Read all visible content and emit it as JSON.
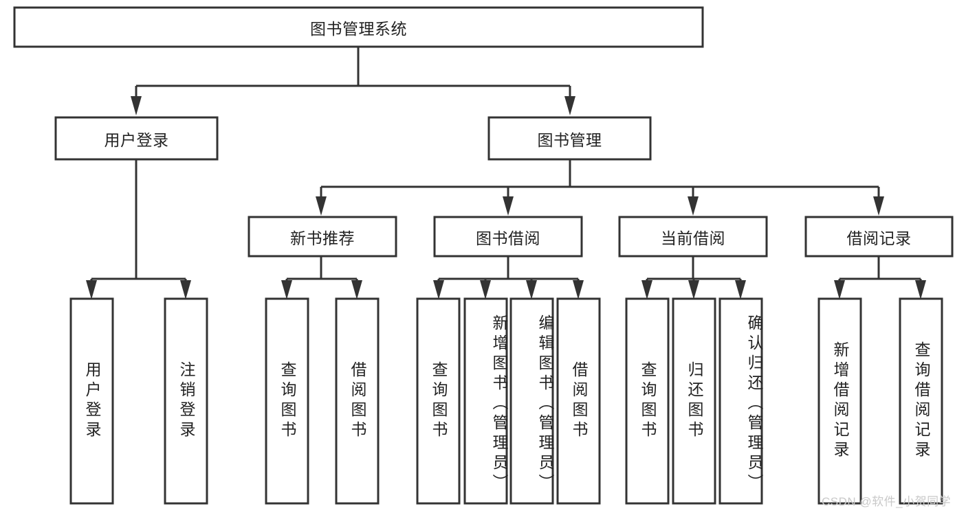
{
  "diagram": {
    "type": "tree-hierarchy",
    "title": "图书管理系统",
    "watermark": "CSDN @软件_小贺同学",
    "colors": {
      "stroke": "#333333",
      "box_fill": "#ffffff",
      "text": "#222222",
      "watermark": "#c9c9c9",
      "background": "#ffffff"
    },
    "levels": [
      {
        "level": 1,
        "nodes": [
          {
            "id": "root",
            "label": "图书管理系统",
            "orientation": "horizontal"
          }
        ]
      },
      {
        "level": 2,
        "nodes": [
          {
            "id": "user-login",
            "label": "用户登录",
            "orientation": "horizontal",
            "parent": "root"
          },
          {
            "id": "book-manage",
            "label": "图书管理",
            "orientation": "horizontal",
            "parent": "root"
          }
        ]
      },
      {
        "level": 3,
        "nodes": [
          {
            "id": "new-book-rec",
            "label": "新书推荐",
            "orientation": "horizontal",
            "parent": "book-manage"
          },
          {
            "id": "book-borrow",
            "label": "图书借阅",
            "orientation": "horizontal",
            "parent": "book-manage"
          },
          {
            "id": "current-borrow",
            "label": "当前借阅",
            "orientation": "horizontal",
            "parent": "book-manage"
          },
          {
            "id": "borrow-record",
            "label": "借阅记录",
            "orientation": "horizontal",
            "parent": "book-manage"
          }
        ]
      },
      {
        "level": 4,
        "nodes": [
          {
            "id": "leaf-user-login",
            "label": "用户登录",
            "orientation": "vertical",
            "parent": "user-login"
          },
          {
            "id": "leaf-logout",
            "label": "注销登录",
            "orientation": "vertical",
            "parent": "user-login"
          },
          {
            "id": "leaf-query-book-1",
            "label": "查询图书",
            "orientation": "vertical",
            "parent": "new-book-rec"
          },
          {
            "id": "leaf-borrow-book-1",
            "label": "借阅图书",
            "orientation": "vertical",
            "parent": "new-book-rec"
          },
          {
            "id": "leaf-query-book-2",
            "label": "查询图书",
            "orientation": "vertical",
            "parent": "book-borrow"
          },
          {
            "id": "leaf-add-book",
            "label": "新增图书（管理员）",
            "orientation": "vertical",
            "parent": "book-borrow"
          },
          {
            "id": "leaf-edit-book",
            "label": "编辑图书（管理员）",
            "orientation": "vertical",
            "parent": "book-borrow"
          },
          {
            "id": "leaf-borrow-book-2",
            "label": "借阅图书",
            "orientation": "vertical",
            "parent": "book-borrow"
          },
          {
            "id": "leaf-query-book-3",
            "label": "查询图书",
            "orientation": "vertical",
            "parent": "current-borrow"
          },
          {
            "id": "leaf-return-book",
            "label": "归还图书",
            "orientation": "vertical",
            "parent": "current-borrow"
          },
          {
            "id": "leaf-confirm-return",
            "label": "确认归还（管理员）",
            "orientation": "vertical",
            "parent": "current-borrow"
          },
          {
            "id": "leaf-add-record",
            "label": "新增借阅记录",
            "orientation": "vertical",
            "parent": "borrow-record"
          },
          {
            "id": "leaf-query-record",
            "label": "查询借阅记录",
            "orientation": "vertical",
            "parent": "borrow-record"
          }
        ]
      }
    ]
  }
}
